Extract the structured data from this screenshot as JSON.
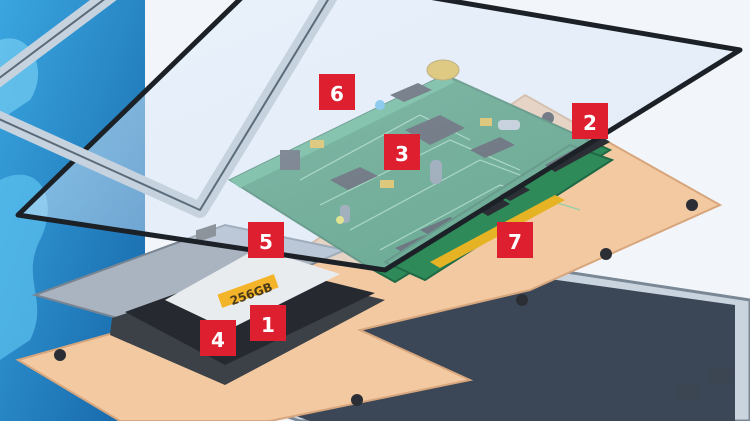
{
  "diagram": {
    "colors": {
      "board": "#f3c9a2",
      "pcb": "#2f8a5a",
      "pcb_light": "#44a874",
      "trace": "#8fd0a6",
      "label_red": "#dd1f2f",
      "frame": "#d2dde8",
      "frame_stroke": "#4a5a6a",
      "gold": "#e5b324",
      "backdrop_blue": "#1f86c8"
    },
    "ssd_capacity": "256GB",
    "callouts": [
      {
        "number": "1"
      },
      {
        "number": "2"
      },
      {
        "number": "3"
      },
      {
        "number": "4"
      },
      {
        "number": "5"
      },
      {
        "number": "6"
      },
      {
        "number": "7"
      }
    ]
  }
}
